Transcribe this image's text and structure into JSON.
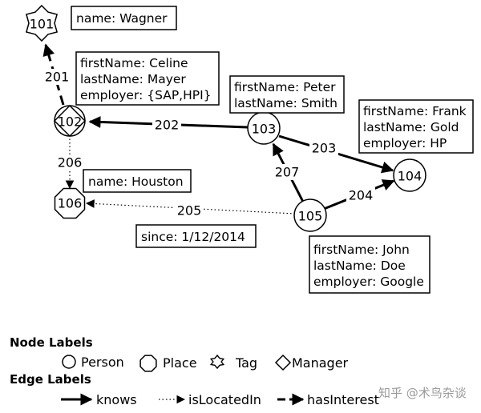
{
  "nodes": [
    {
      "id": "101",
      "label": "101",
      "shape": "star"
    },
    {
      "id": "102",
      "label": "102",
      "shape": "circle-diamond"
    },
    {
      "id": "103",
      "label": "103",
      "shape": "circle"
    },
    {
      "id": "104",
      "label": "104",
      "shape": "circle"
    },
    {
      "id": "105",
      "label": "105",
      "shape": "circle"
    },
    {
      "id": "106",
      "label": "106",
      "shape": "octagon"
    }
  ],
  "edges": [
    {
      "id": "201",
      "label": "201",
      "from": "102",
      "to": "101",
      "type": "hasInterest"
    },
    {
      "id": "202",
      "label": "202",
      "from": "103",
      "to": "102",
      "type": "knows"
    },
    {
      "id": "203",
      "label": "203",
      "from": "103",
      "to": "104",
      "type": "knows"
    },
    {
      "id": "204",
      "label": "204",
      "from": "105",
      "to": "104",
      "type": "knows"
    },
    {
      "id": "205",
      "label": "205",
      "from": "105",
      "to": "106",
      "type": "isLocatedIn"
    },
    {
      "id": "206",
      "label": "206",
      "from": "102",
      "to": "106",
      "type": "isLocatedIn"
    },
    {
      "id": "207",
      "label": "207",
      "from": "105",
      "to": "103",
      "type": "knows"
    }
  ],
  "property_boxes": {
    "wagner": [
      "name: Wagner"
    ],
    "celine": [
      "firstName: Celine",
      "lastName: Mayer",
      "employer: {SAP,HPI}"
    ],
    "peter": [
      "firstName: Peter",
      "lastName: Smith"
    ],
    "frank": [
      "firstName: Frank",
      "lastName: Gold",
      "employer: HP"
    ],
    "houston": [
      "name: Houston"
    ],
    "since": [
      "since: 1/12/2014"
    ],
    "john": [
      "firstName: John",
      "lastName: Doe",
      "employer: Google"
    ]
  },
  "legend": {
    "node_title": "Node Labels",
    "node_items": [
      {
        "icon": "circle-icon",
        "label": "Person"
      },
      {
        "icon": "octagon-icon",
        "label": "Place"
      },
      {
        "icon": "star-icon",
        "label": "Tag"
      },
      {
        "icon": "diamond-icon",
        "label": "Manager"
      }
    ],
    "edge_title": "Edge Labels",
    "edge_items": [
      {
        "icon": "solid-arrow-icon",
        "label": "knows"
      },
      {
        "icon": "dotted-arrow-icon",
        "label": "isLocatedIn"
      },
      {
        "icon": "dashed-arrow-icon",
        "label": "hasInterest"
      }
    ]
  },
  "watermark": "知乎 @术鸟杂谈"
}
